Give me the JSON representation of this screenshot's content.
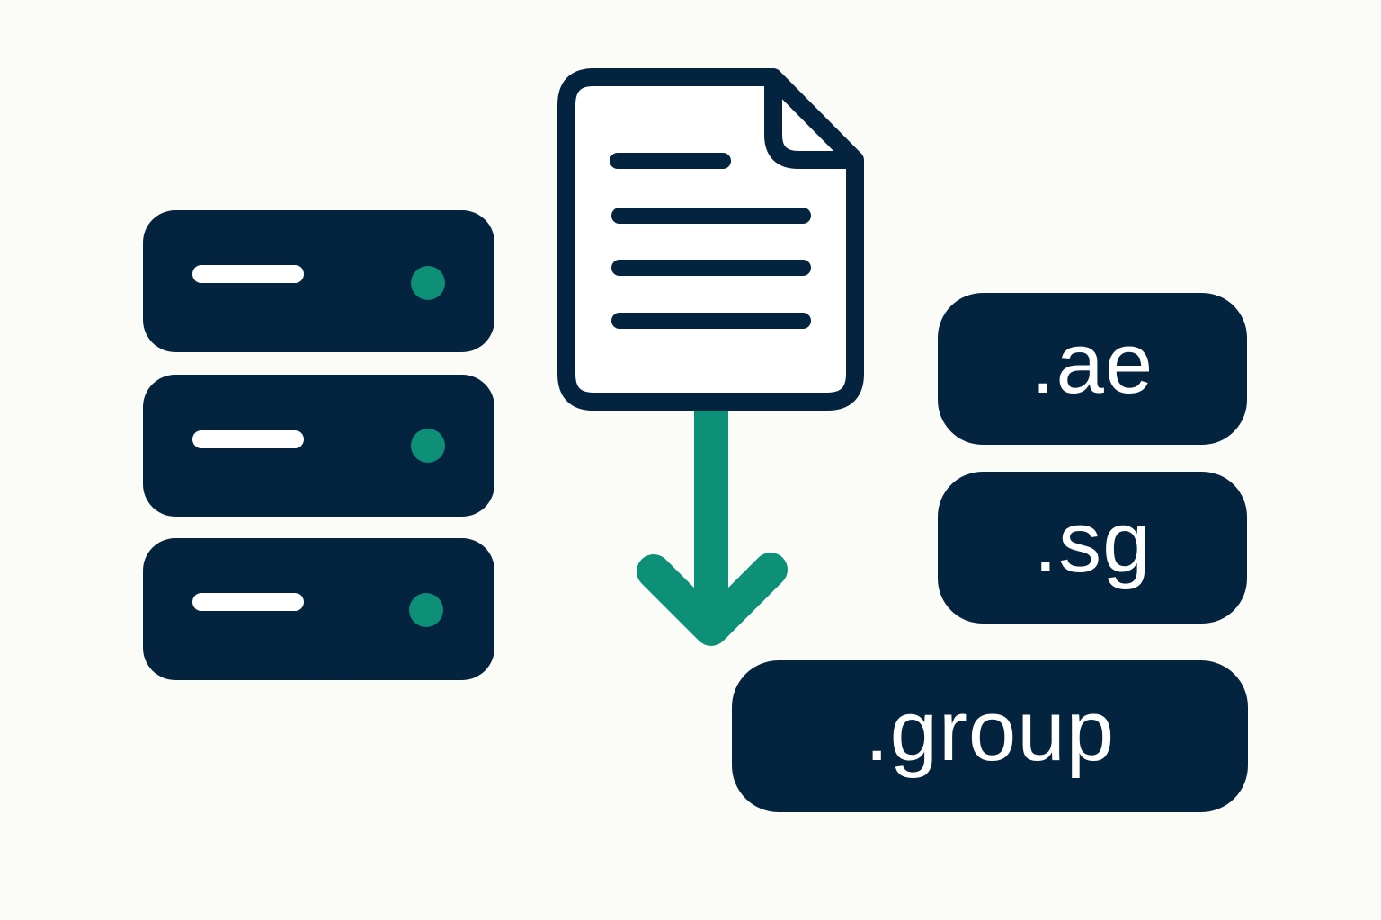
{
  "colors": {
    "background": "#fbfbf7",
    "navy": "#04233f",
    "teal": "#0d8f78",
    "white": "#ffffff"
  },
  "icons": {
    "document": "document-icon",
    "arrow": "arrow-down-icon",
    "server": "server-icon"
  },
  "servers": [
    {
      "indicator": "status-led"
    },
    {
      "indicator": "status-led"
    },
    {
      "indicator": "status-led"
    }
  ],
  "domains": {
    "ae": ".ae",
    "sg": ".sg",
    "group": ".group"
  }
}
